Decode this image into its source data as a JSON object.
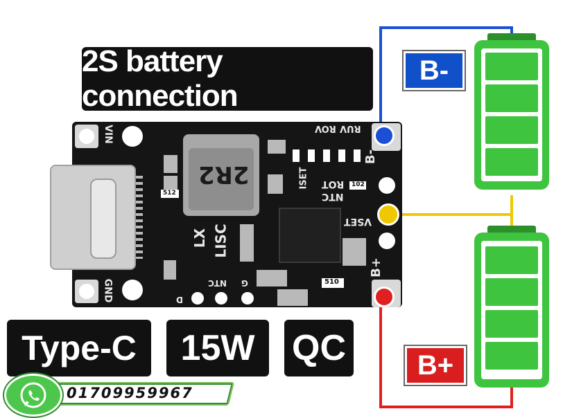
{
  "title": "2S battery connection",
  "terminals": {
    "negative_label": "B-",
    "positive_label": "B+"
  },
  "tags": {
    "type_c": "Type-C",
    "power": "15W",
    "protocol": "QC"
  },
  "pcb_marks": {
    "vin": "VIN",
    "gnd": "GND",
    "inductor_code": "2R2",
    "b_minus": "B-",
    "b_plus": "B+",
    "vset": "VSET",
    "ntc_right": "NTC",
    "rot": "ROT",
    "iset": "ISET",
    "ruv": "RUV",
    "rov": "ROV",
    "lx": "LX",
    "lisc": "LISC",
    "ntc_bottom": "NTC",
    "g": "G",
    "d": "D",
    "r510": "510",
    "r512": "512",
    "r102": "102"
  },
  "contact": {
    "phone": "01709959967"
  },
  "colors": {
    "negative_wire": "#1a4fd6",
    "positive_wire": "#e02020",
    "balance_wire": "#f0c800",
    "battery_green": "#3ec43e",
    "battery_dark": "#2b8f2b",
    "negative_badge": "#1050c8",
    "positive_badge": "#d81e1e"
  },
  "icons": {
    "contact": "whatsapp-icon",
    "battery": "battery-icon"
  }
}
